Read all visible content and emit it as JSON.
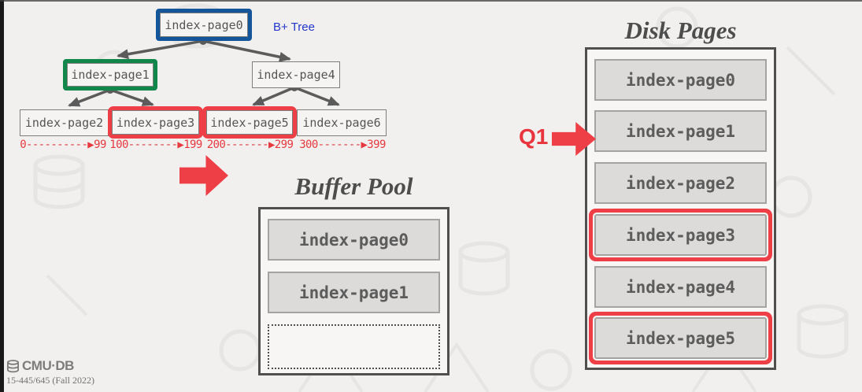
{
  "btree": {
    "diagram_label": "B+ Tree",
    "root": {
      "label": "index-page0",
      "highlight": "blue"
    },
    "inner": [
      {
        "label": "index-page1",
        "highlight": "green"
      },
      {
        "label": "index-page4",
        "highlight": "none"
      }
    ],
    "leaves": [
      {
        "label": "index-page2",
        "highlight": "none",
        "range": "0----------▶99"
      },
      {
        "label": "index-page3",
        "highlight": "red",
        "range": "100--------▶199"
      },
      {
        "label": "index-page5",
        "highlight": "red",
        "range": "200-------▶299"
      },
      {
        "label": "index-page6",
        "highlight": "none",
        "range": "300-------▶399"
      }
    ]
  },
  "buffer_pool": {
    "title": "Buffer Pool",
    "slots": [
      {
        "label": "index-page0",
        "empty": false
      },
      {
        "label": "index-page1",
        "empty": false
      },
      {
        "label": "",
        "empty": true
      }
    ]
  },
  "disk_pages": {
    "title": "Disk Pages",
    "query_label": "Q1",
    "slots": [
      {
        "label": "index-page0",
        "highlighted": false
      },
      {
        "label": "index-page1",
        "highlighted": false
      },
      {
        "label": "index-page2",
        "highlighted": false
      },
      {
        "label": "index-page3",
        "highlighted": true
      },
      {
        "label": "index-page4",
        "highlighted": false
      },
      {
        "label": "index-page5",
        "highlighted": true
      }
    ]
  },
  "footer": {
    "logo_text": "CMU·DB",
    "course_text": "15-445/645 (Fall 2022)"
  },
  "colors": {
    "highlight_red": "#ee3e46",
    "highlight_blue": "#15569b",
    "highlight_green": "#11874b",
    "label_blue": "#2336cb",
    "range_red": "#e63940",
    "arrow_gray": "#5b5b5b",
    "background": "#f1f0ee"
  }
}
